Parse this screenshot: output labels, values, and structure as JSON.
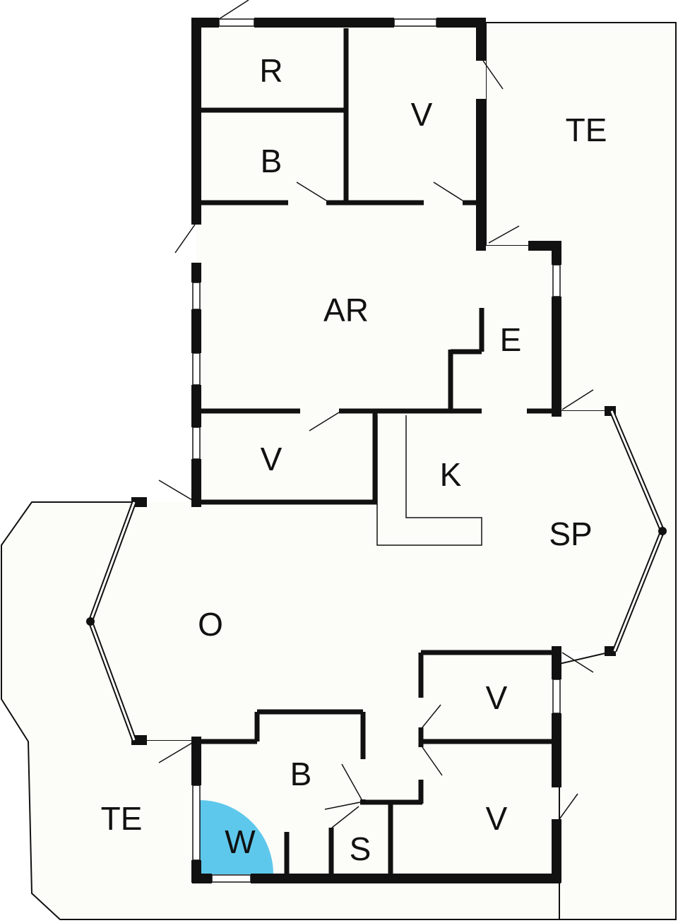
{
  "floor_plan": {
    "rooms": [
      {
        "id": "r",
        "label": "R"
      },
      {
        "id": "b1",
        "label": "B"
      },
      {
        "id": "v1",
        "label": "V"
      },
      {
        "id": "te1",
        "label": "TE"
      },
      {
        "id": "ar",
        "label": "AR"
      },
      {
        "id": "e",
        "label": "E"
      },
      {
        "id": "v2",
        "label": "V"
      },
      {
        "id": "k",
        "label": "K"
      },
      {
        "id": "sp",
        "label": "SP"
      },
      {
        "id": "o",
        "label": "O"
      },
      {
        "id": "v3",
        "label": "V"
      },
      {
        "id": "b2",
        "label": "B"
      },
      {
        "id": "v4",
        "label": "V"
      },
      {
        "id": "te2",
        "label": "TE"
      },
      {
        "id": "w",
        "label": "W"
      },
      {
        "id": "s",
        "label": "S"
      }
    ],
    "colors": {
      "floor": "#fcfcf8",
      "wall": "#111111",
      "shower": "#5ec8ec"
    }
  }
}
